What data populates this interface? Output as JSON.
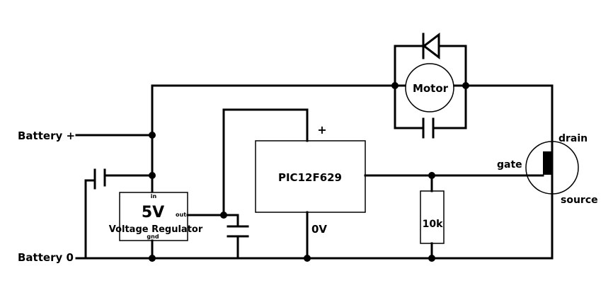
{
  "labels": {
    "battery_plus": "Battery +",
    "battery_zero": "Battery 0",
    "regulator_voltage": "5V",
    "regulator_name": "Voltage Regulator",
    "regulator_in": "in",
    "regulator_out": "out",
    "regulator_gnd": "gnd",
    "mcu": "PIC12F629",
    "mcu_plus": "+",
    "mcu_zero": "0V",
    "motor": "Motor",
    "resistor": "10k",
    "gate": "gate",
    "drain": "drain",
    "source": "source"
  }
}
